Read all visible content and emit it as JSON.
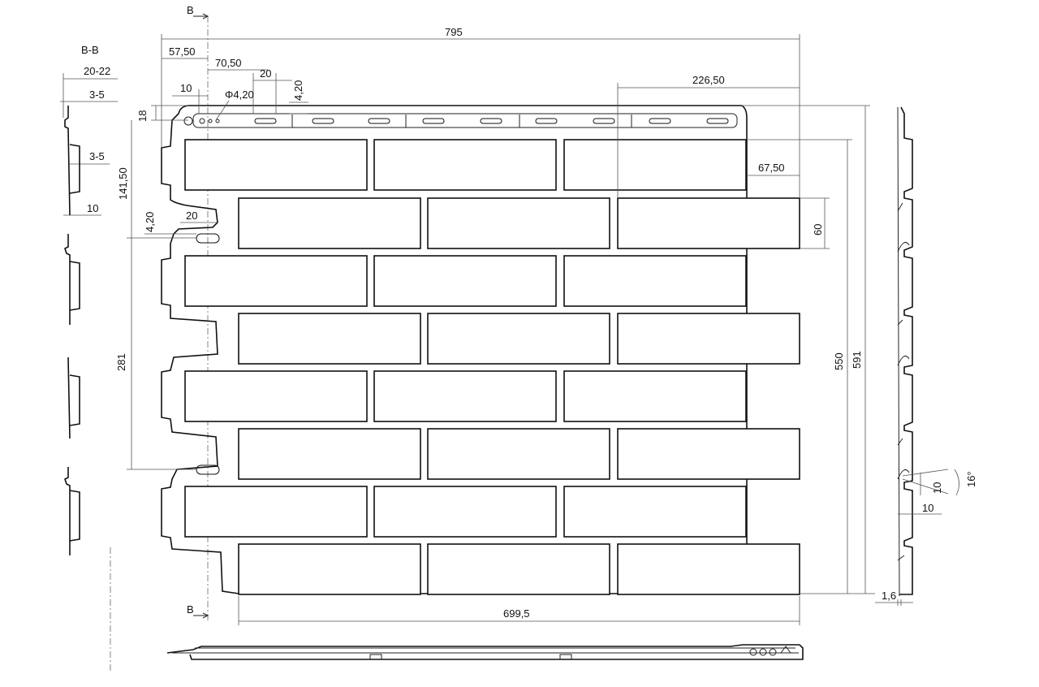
{
  "section": {
    "cut_mark": "B",
    "view_title": "B-B"
  },
  "dims": {
    "overall_width": "795",
    "d_57_50": "57,50",
    "d_70_50": "70,50",
    "d_20_top": "20",
    "d_10_top": "10",
    "hole_diameter": "Φ4,20",
    "d_4_20_vertical": "4,20",
    "d_226_50": "226,50",
    "d_18": "18",
    "d_141_50": "141,50",
    "d_4_20_side": "4,20",
    "d_20_side": "20",
    "d_67_50": "67,50",
    "brick_height": "60",
    "d_281": "281",
    "height_550": "550",
    "height_591": "591",
    "bottom_width": "699,5",
    "sec_20_22": "20-22",
    "sec_3_5_a": "3-5",
    "sec_3_5_b": "3-5",
    "sec_10": "10",
    "right_10_a": "10",
    "right_16": "16°",
    "right_10_b": "10",
    "right_1_6": "1,6"
  }
}
